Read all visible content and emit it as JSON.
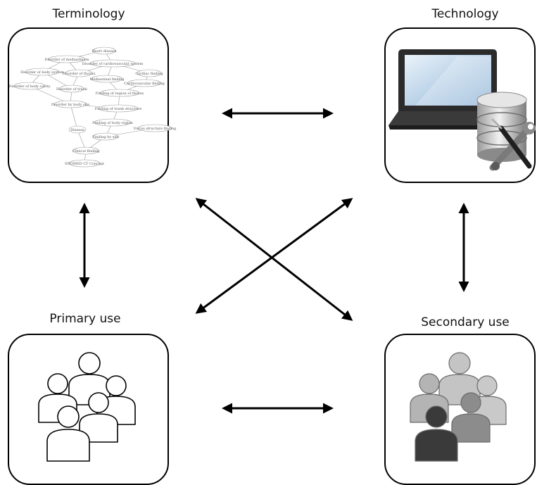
{
  "nodes": {
    "terminology": {
      "title": "Terminology",
      "concepts": [
        "Heart disease",
        "Disorder of mediastinum",
        "Disorder of cardiovascular system",
        "Cardiac finding",
        "Disorder of body system",
        "Disorder of thorax",
        "Mediastinal finding",
        "Cardiovascular finding",
        "Disorder of body cavity",
        "Disorder of trunk",
        "Finding of region of thorax",
        "Disorder by body site",
        "Finding of trunk structure",
        "Finding of body region",
        "Viscus structure finding",
        "Disease",
        "Finding by site",
        "Clinical finding",
        "SNOMED CT Concept"
      ]
    },
    "technology": {
      "title": "Technology"
    },
    "primary_use": {
      "title": "Primary use"
    },
    "secondary_use": {
      "title": "Secondary use"
    }
  },
  "colors": {
    "stroke": "#000000",
    "people_outline_fill": "#ffffff",
    "people_gray_light": "#b9b9b9",
    "people_gray_mid": "#8f8f8f",
    "people_gray_dark": "#3c3c3c",
    "database_silver": "#c9c9c9"
  }
}
